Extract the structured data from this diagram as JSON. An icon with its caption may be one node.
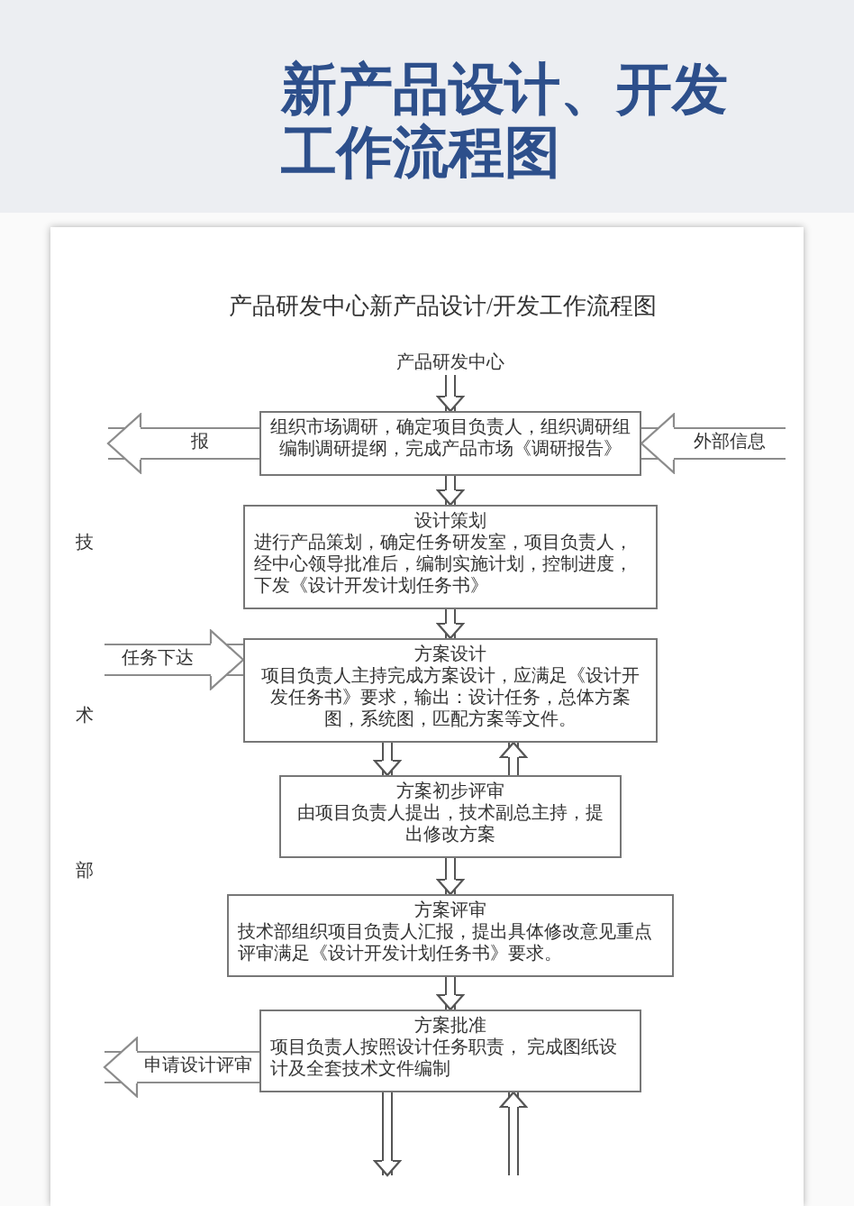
{
  "diagram": {
    "title": "新产品设计、开发工作流程图",
    "nodes": [
      {
        "text": [
          "产品研发中心"
        ]
      },
      {
        "text": [
          "组织市场调研，确定项目负责人，组织调研组编制调研提纲，完成产品市场《调研报告》"
        ]
      },
      {
        "text": [
          "设计策划",
          "进行产品策划，确定任务研发室，项目负责人，经中心领导批准后，编制实施计划，控制进度，下发《设计开发计划任务书》"
        ]
      },
      {
        "text": [
          "方案设计",
          "项目负责人主持完成方案设计，应满足《设计开发任务书》要求，输出：设计任务，总体方案图，系统图，匹配方案等文件。"
        ]
      },
      {
        "text": [
          "方案初步评审",
          "由项目负责人提出，技术副总主持，提出修改方案"
        ]
      },
      {
        "text": [
          "方案评审",
          "技术部组织项目负责人汇报，提出具体修改意见重点评审满足《设计开发计划任务书》要求。"
        ]
      },
      {
        "text": [
          "方案批准",
          "项目负责人按照设计任务职责， 完成图纸设计及全套技术文件编制"
        ]
      }
    ],
    "edges": [
      {
        "from": 0,
        "to": 1,
        "arrow": "to"
      },
      {
        "from": null,
        "to": 1,
        "arrow": "to",
        "label": "外部信息",
        "style": "thick",
        "color": "#8c8c8c"
      },
      {
        "from": 1,
        "to": null,
        "arrow": "to",
        "label": "报",
        "style": "thick",
        "color": "#8c8c8c"
      },
      {
        "from": 1,
        "to": 2,
        "arrow": "to"
      },
      {
        "from": 2,
        "to": 3,
        "arrow": "to"
      },
      {
        "from": null,
        "to": 3,
        "arrow": "to",
        "label": "任务下达",
        "style": "thick",
        "color": "#8c8c8c"
      },
      {
        "from": 3,
        "to": 4,
        "arrow": "to"
      },
      {
        "from": 4,
        "to": 3,
        "arrow": "to"
      },
      {
        "from": 4,
        "to": 5,
        "arrow": "to"
      },
      {
        "from": 5,
        "to": 6,
        "arrow": "to"
      },
      {
        "from": 6,
        "to": null,
        "arrow": "to",
        "label": "申请设计评审",
        "style": "thick",
        "color": "#8c8c8c"
      },
      {
        "from": 6,
        "to": null,
        "arrow": "to"
      },
      {
        "from": null,
        "to": 6,
        "arrow": "to"
      }
    ],
    "labels": [
      "产品研发中心新产品设计/开发工作流程图",
      "技",
      "术",
      "部"
    ]
  }
}
